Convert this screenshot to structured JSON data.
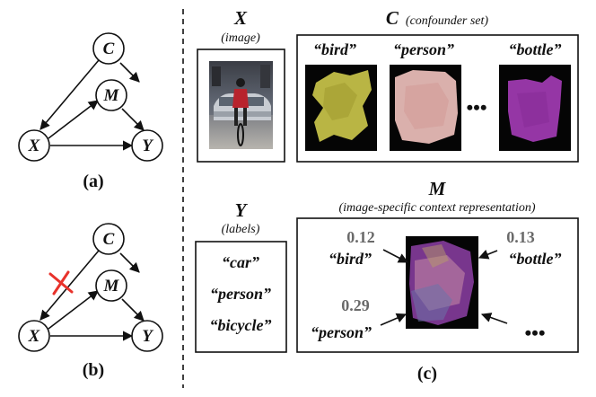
{
  "colors": {
    "ink": "#111111",
    "cut_mark": "#e8322b",
    "weight_gray": "#6a6a6a",
    "mask_black": "#050505",
    "bird_mask": "#c9c44a",
    "person_mask": "#e6b9b5",
    "bottle_mask": "#a23bb3"
  },
  "graph_a": {
    "nodes": {
      "c": "C",
      "m": "M",
      "x": "X",
      "y": "Y"
    },
    "caption": "(a)"
  },
  "graph_b": {
    "nodes": {
      "c": "C",
      "m": "M",
      "x": "X",
      "y": "Y"
    },
    "caption": "(b)",
    "cut_icon": "red-x-cut-icon"
  },
  "panel_c": {
    "caption": "(c)",
    "x_box": {
      "title": "X",
      "subtitle": "(image)"
    },
    "c_box": {
      "title": "C",
      "subtitle": "(confounder set)",
      "labels": [
        "“bird”",
        "“person”",
        "“bottle”"
      ],
      "ellipsis": "•••"
    },
    "y_box": {
      "title": "Y",
      "subtitle": "(labels)",
      "labels": [
        "“car”",
        "“person”",
        "“bicycle”"
      ]
    },
    "m_box": {
      "title": "M",
      "subtitle": "(image-specific context representation)",
      "weights": [
        {
          "value": "0.12",
          "label": "“bird”"
        },
        {
          "value": "0.13",
          "label": "“bottle”"
        },
        {
          "value": "0.29",
          "label": "“person”"
        }
      ],
      "ellipsis": "•••"
    }
  }
}
